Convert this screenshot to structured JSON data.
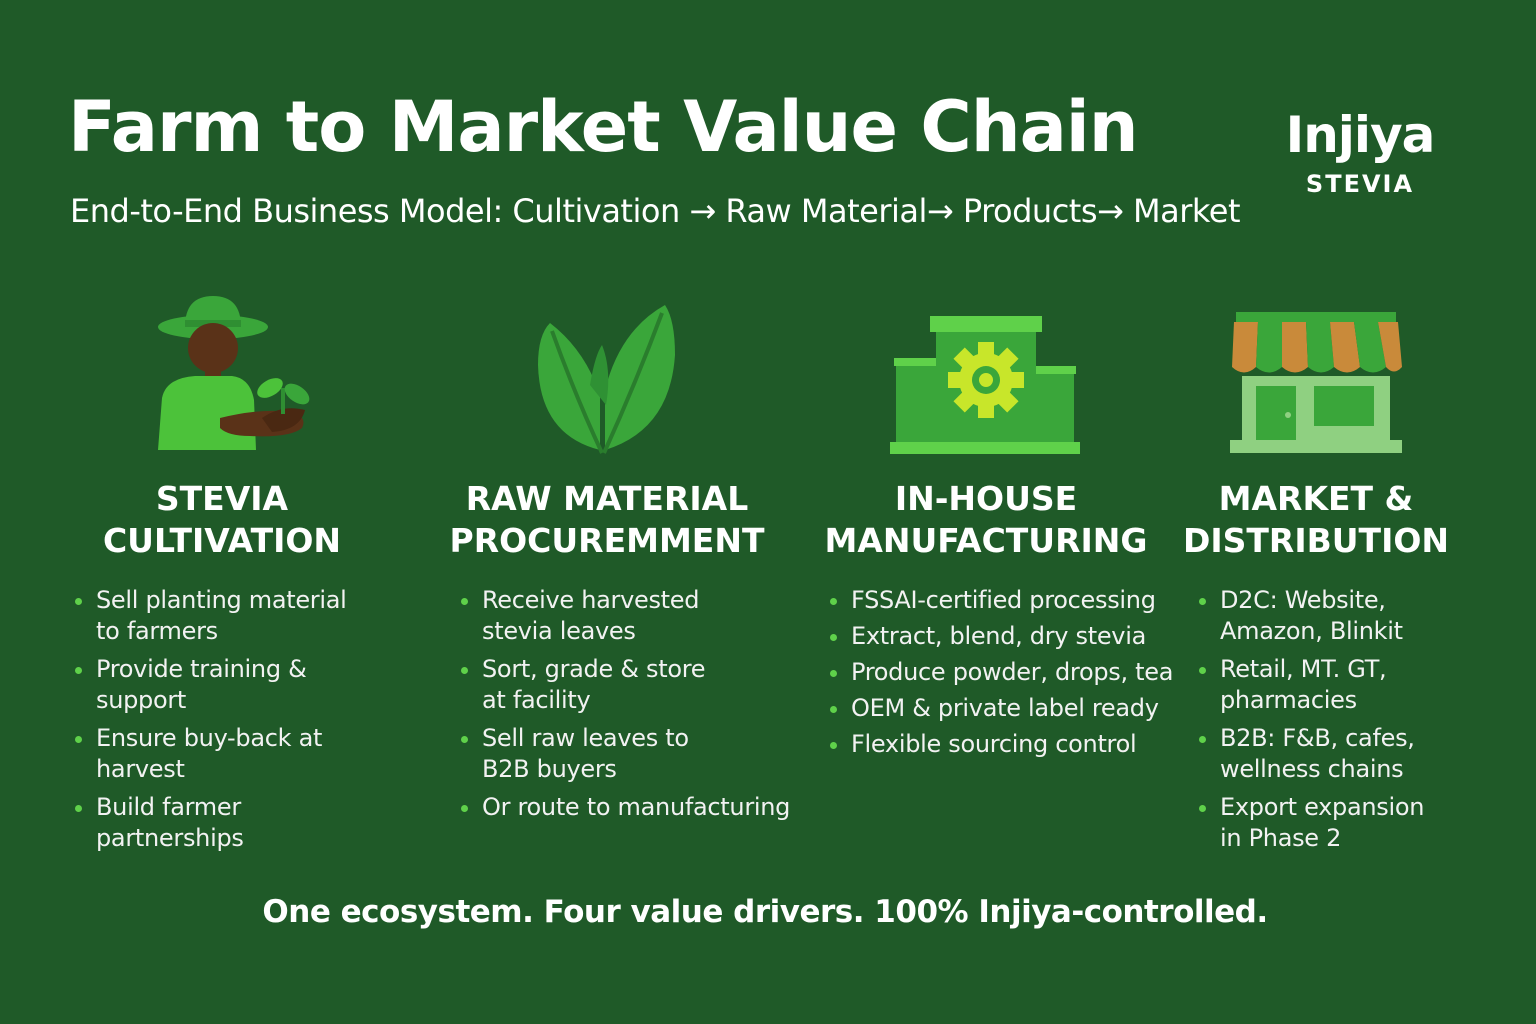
{
  "header": {
    "title": "Farm to Market Value Chain",
    "subtitle": "End-to-End Business Model: Cultivation → Raw Material→ Products→ Market"
  },
  "logo": {
    "name": "Injiya",
    "sub": "STEVIA"
  },
  "columns": [
    {
      "icon": "farmer-with-seedling-icon",
      "title_line1": "STEVIA",
      "title_line2": "CULTIVATION",
      "bullets": [
        "Sell planting material to farmers",
        "Provide training & support",
        "Ensure buy-back at harvest",
        "Build farmer partnerships"
      ]
    },
    {
      "icon": "stevia-leaves-icon",
      "title_line1": "RAW MATERIAL",
      "title_line2": "PROCUREMMENT",
      "bullets": [
        "Receive harvested stevia leaves",
        "Sort, grade & store at facility",
        "Sell raw leaves to B2B buyers",
        "Or route to manufacturing"
      ]
    },
    {
      "icon": "factory-gear-icon",
      "title_line1": "IN-HOUSE",
      "title_line2": "MANUFACTURING",
      "bullets": [
        "FSSAI-certified processing",
        "Extract, blend, dry stevia",
        "Produce powder, drops, tea",
        "OEM & private label ready",
        "Flexible sourcing control"
      ]
    },
    {
      "icon": "storefront-icon",
      "title_line1": "MARKET &",
      "title_line2": "DISTRIBUTION",
      "bullets": [
        "D2C: Website, Amazon, Blinkit",
        "Retail, MT. GT, pharmacies",
        "B2B: F&B, cafes, wellness chains",
        "Export expansion in Phase 2"
      ]
    }
  ],
  "footer": "One ecosystem. Four value drivers. 100% Injiya-controlled.",
  "colors": {
    "background": "#1f5a28",
    "accent_green": "#3aa63a",
    "bright_green": "#5fd14a",
    "gear_yellow": "#c8e62a",
    "awning_orange": "#c98a3a"
  }
}
